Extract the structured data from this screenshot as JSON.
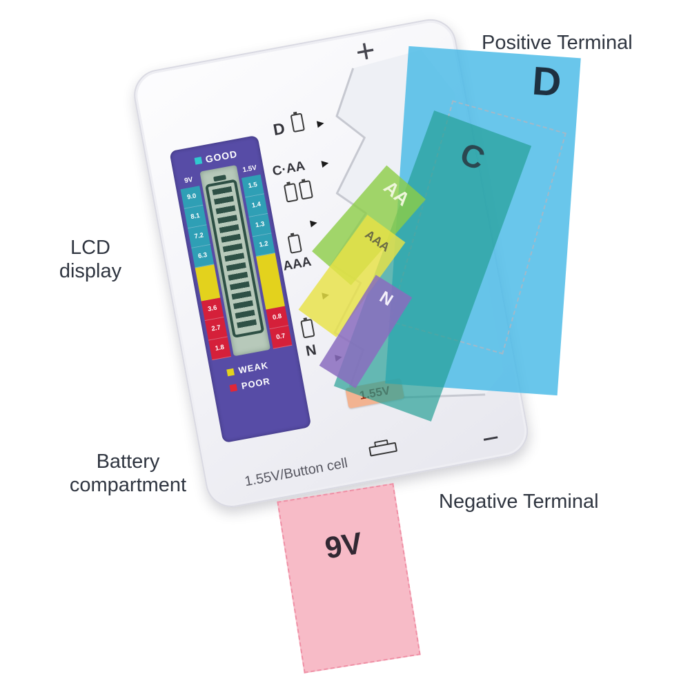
{
  "colors": {
    "callout_line": "#8b2222",
    "callout_text": "#2f3540",
    "lcd_panel": "#574ca6",
    "lcd_screen": "#b7c9ba",
    "cell_teal": "#2f9fb5",
    "cell_yellow": "#e3d21d",
    "cell_red": "#d5203a",
    "good_square": "#2fc9cf",
    "overlay_d": "#48bae6",
    "overlay_c": "#229e94",
    "overlay_aa": "#8ccd46",
    "overlay_aaa": "#e8e246",
    "overlay_n": "#8a6cbe",
    "overlay_9v": "#f7b8c5",
    "tag_bg": "#f2b391"
  },
  "callouts": {
    "positive": "Positive Terminal",
    "lcd_line1": "LCD",
    "lcd_line2": "display",
    "compartment_line1": "Battery",
    "compartment_line2": "compartment",
    "negative": "Negative Terminal"
  },
  "device": {
    "plus": "+",
    "minus": "−",
    "arrow": "▶",
    "bottom_label": "1.55V/Button cell",
    "tag": "1.55V",
    "sizes": {
      "d": "D",
      "c_aa": "C·AA",
      "aaa": "AAA",
      "n": "N"
    },
    "lcd": {
      "good": "GOOD",
      "weak": "WEAK",
      "poor": "POOR",
      "left_header": "9V",
      "right_header": "1.5V",
      "left_top": [
        "9.0",
        "8.1",
        "7.2",
        "6.3"
      ],
      "left_bottom": [
        "3.6",
        "2.7",
        "1.8"
      ],
      "right_top": [
        "1.5",
        "1.4",
        "1.3",
        "1.2"
      ],
      "right_bottom": [
        "0.8",
        "0.7"
      ]
    }
  },
  "overlays": {
    "d": "D",
    "c": "C",
    "aa": "AA",
    "aaa": "AAA",
    "n": "N",
    "nine_v": "9V"
  }
}
